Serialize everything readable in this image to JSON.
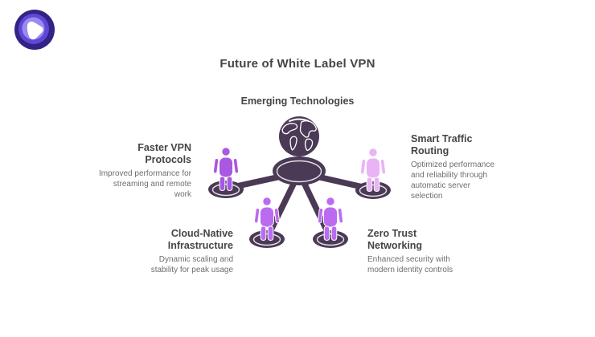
{
  "title": "Future of White Label VPN",
  "center": {
    "label": "Emerging Technologies",
    "icon": "globe-icon"
  },
  "nodes": [
    {
      "id": "faster-vpn-protocols",
      "title": "Faster VPN\nProtocols",
      "description": "Improved performance for\nstreaming and remote\nwork",
      "position": "left",
      "person_color": "#a858e2"
    },
    {
      "id": "smart-traffic-routing",
      "title": "Smart Traffic\nRouting",
      "description": "Optimized performance\nand reliability through\nautomatic server\nselection",
      "position": "right",
      "person_color": "#eab3f6"
    },
    {
      "id": "cloud-native-infrastructure",
      "title": "Cloud-Native\nInfrastructure",
      "description": "Dynamic scaling and\nstability for peak usage",
      "position": "bottom-left",
      "person_color": "#bb6bf0"
    },
    {
      "id": "zero-trust-networking",
      "title": "Zero Trust\nNetworking",
      "description": "Enhanced security with\nmodern identity controls",
      "position": "bottom-right",
      "person_color": "#bb6bf0"
    }
  ],
  "colors": {
    "diagram_dark": "#4a3a56",
    "heading_text": "#454545",
    "desc_text": "#6e6e6e",
    "logo_outer": "#342285",
    "logo_mid": "#5e48d8",
    "logo_inner": "#9c8bef",
    "logo_mark": "#ffffff"
  }
}
